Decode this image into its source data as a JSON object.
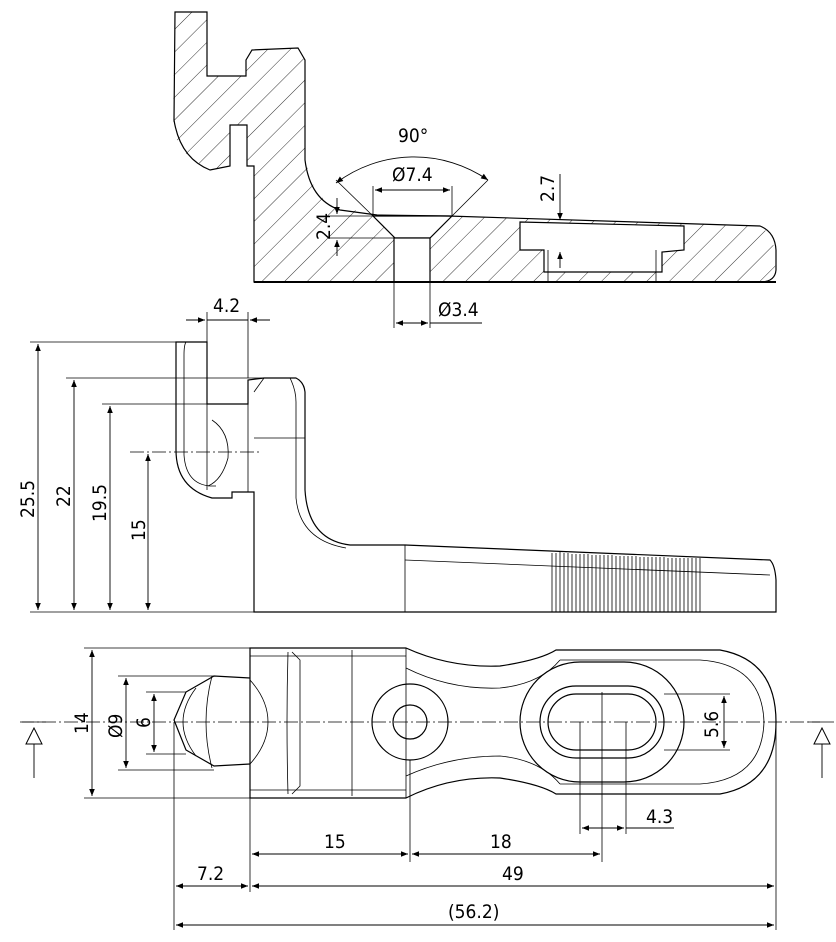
{
  "drawing": {
    "section_view": {
      "angle_label": "90°",
      "countersink_diameter": "Ø7.4",
      "countersink_depth": "2.4",
      "pocket_depth": "2.7",
      "hole_diameter": "Ø3.4"
    },
    "side_view": {
      "hook_width": "4.2",
      "overall_height": "25.5",
      "height_22": "22",
      "height_19_5": "19.5",
      "height_15": "15"
    },
    "top_view": {
      "width_14": "14",
      "dia_9": "Ø9",
      "dim_6": "6",
      "slot_width": "5.6",
      "slot_length": "4.3",
      "hole_position_15": "15",
      "slot_position_18": "18",
      "offset_7_2": "7.2",
      "length_49": "49",
      "overall_length": "(56.2)"
    }
  }
}
